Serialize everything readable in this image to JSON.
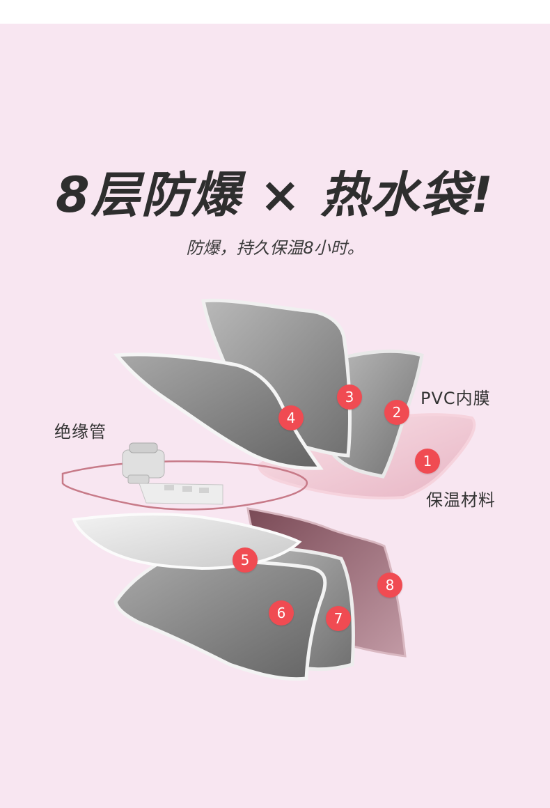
{
  "headline": "8层防爆 × 热水袋!",
  "subheadline": "防爆，持久保温8小时。",
  "labels": {
    "pvc_film": "PVC内膜",
    "insulation_material": "保温材料",
    "insulated_tube": "绝缘管"
  },
  "layers": {
    "l1": "1",
    "l2": "2",
    "l3": "3",
    "l4": "4",
    "l5": "5",
    "l6": "6",
    "l7": "7",
    "l8": "8"
  },
  "colors": {
    "background": "#f8e6f1",
    "badge": "#f04b52",
    "layer_grey": "#8f8f8f",
    "layer_pink": "#f1c9d4",
    "layer_mauve": "#a06d7a"
  }
}
